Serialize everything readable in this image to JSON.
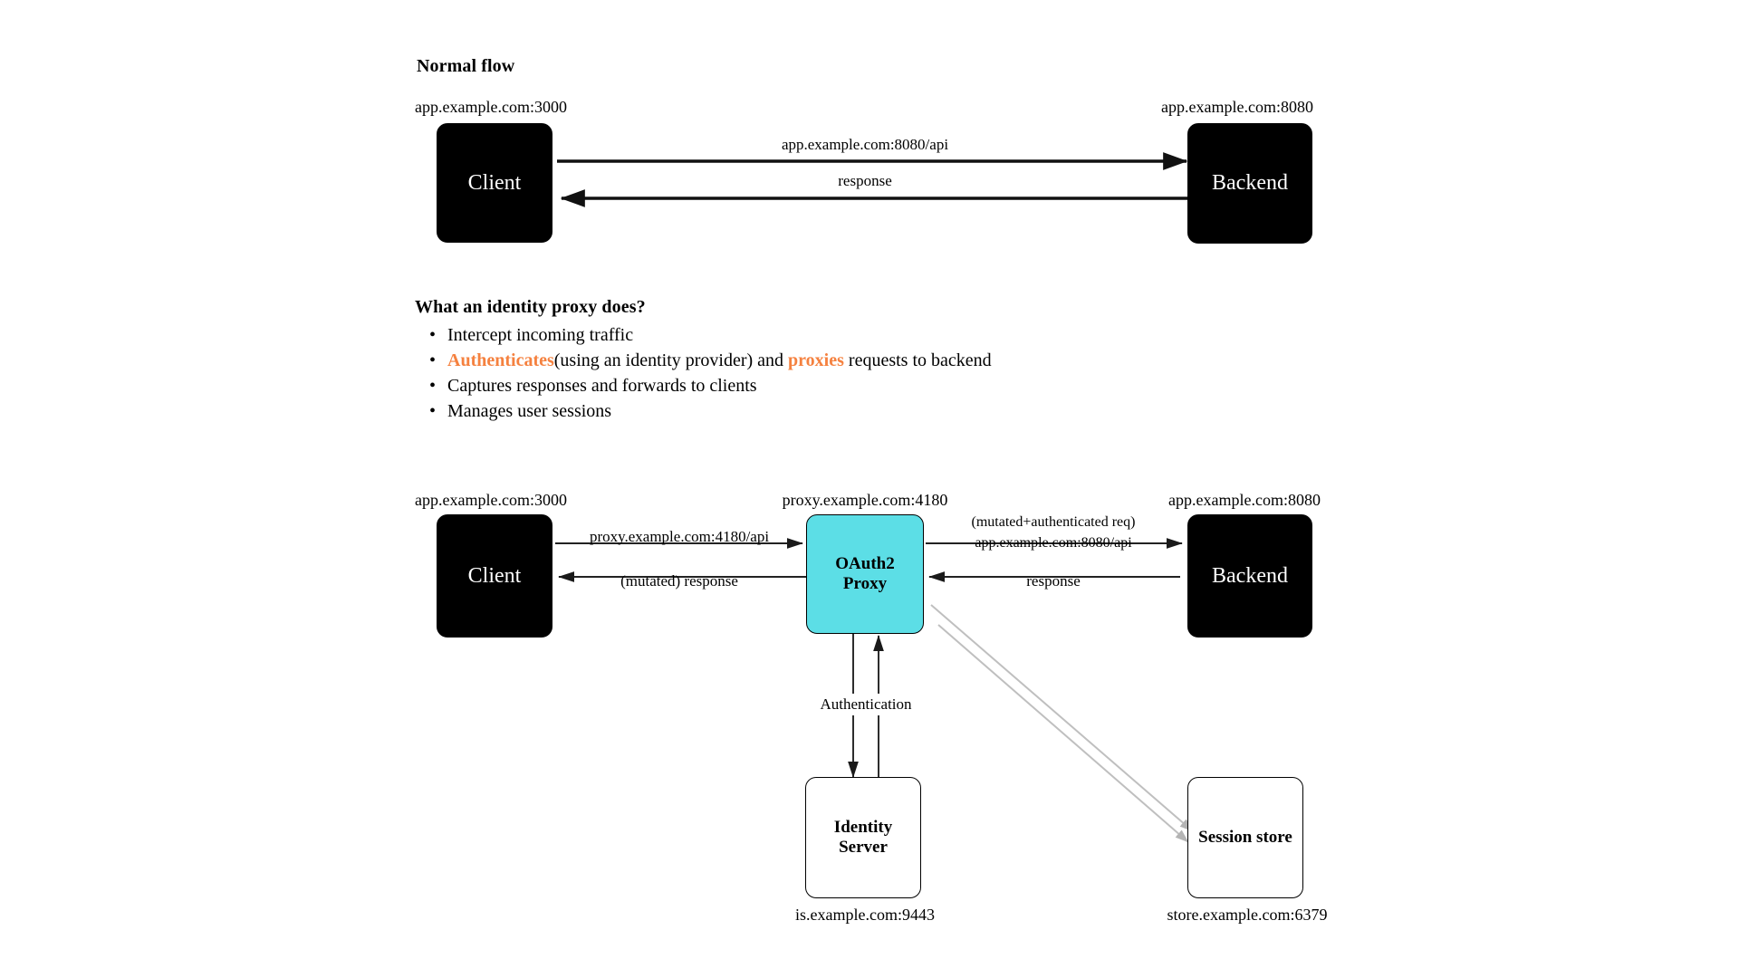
{
  "page": {
    "background": "#ffffff",
    "accent_orange": "#f5813f",
    "proxy_fill": "#5cdee6",
    "node_dark_fill": "#000000"
  },
  "normal_flow": {
    "title": "Normal flow",
    "client": {
      "label": "Client",
      "caption": "app.example.com:3000"
    },
    "backend": {
      "label": "Backend",
      "caption": "app.example.com:8080"
    },
    "edges": {
      "request": "app.example.com:8080/api",
      "response": "response"
    }
  },
  "identity_proxy": {
    "title": "What an identity proxy does?",
    "bullets": [
      {
        "parts": [
          {
            "text": "Intercept incoming traffic",
            "style": "plain"
          }
        ]
      },
      {
        "parts": [
          {
            "text": "Authenticates",
            "style": "highlight"
          },
          {
            "text": "(using an identity provider) and ",
            "style": "plain"
          },
          {
            "text": "proxies",
            "style": "highlight"
          },
          {
            "text": " requests to backend",
            "style": "plain"
          }
        ]
      },
      {
        "parts": [
          {
            "text": "Captures responses and forwards to clients",
            "style": "plain"
          }
        ]
      },
      {
        "parts": [
          {
            "text": "Manages user sessions",
            "style": "plain"
          }
        ]
      }
    ]
  },
  "proxy_flow": {
    "client": {
      "label": "Client",
      "caption": "app.example.com:3000"
    },
    "proxy": {
      "label_line1": "OAuth2",
      "label_line2": "Proxy",
      "caption": "proxy.example.com:4180"
    },
    "backend": {
      "label": "Backend",
      "caption": "app.example.com:8080"
    },
    "identity_server": {
      "label_line1": "Identity",
      "label_line2": "Server",
      "caption": "is.example.com:9443"
    },
    "session_store": {
      "label": "Session store",
      "caption": "store.example.com:6379"
    },
    "edges": {
      "client_to_proxy": "proxy.example.com:4180/api",
      "proxy_to_client": "(mutated) response",
      "proxy_to_backend_line1": "(mutated+authenticated req)",
      "proxy_to_backend_line2": "app.example.com:8080/api",
      "backend_to_proxy": "response",
      "proxy_to_identity": "Authentication"
    }
  }
}
